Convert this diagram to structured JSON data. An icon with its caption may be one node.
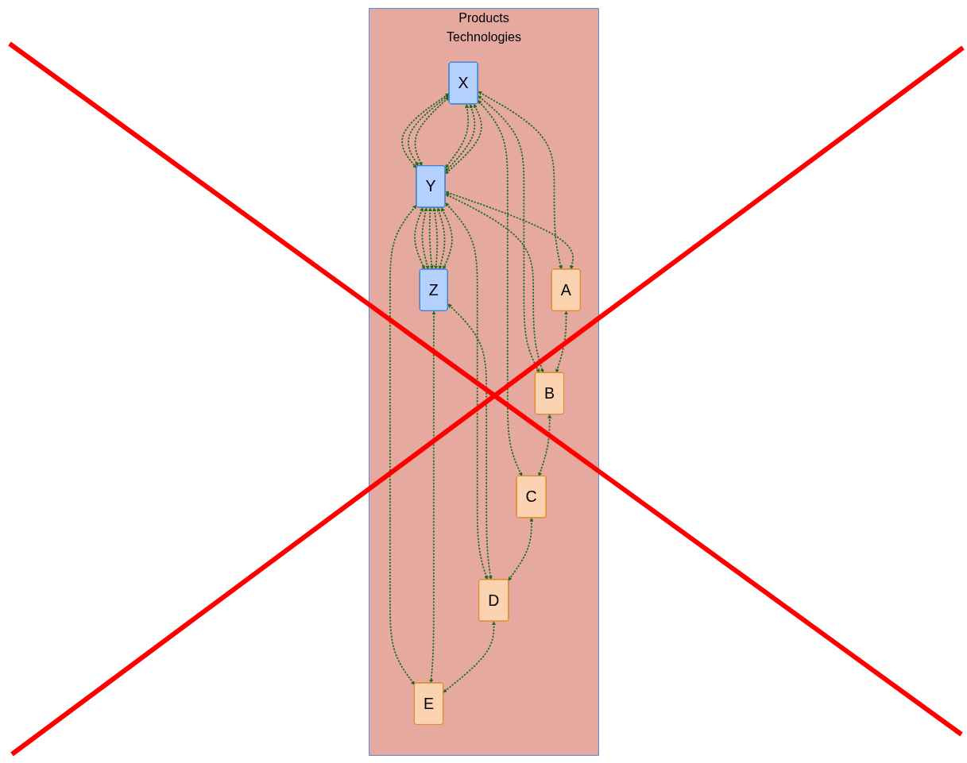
{
  "diagram": {
    "nodes": [
      {
        "text": [
          "Products",
          "Technologies"
        ]
      },
      {
        "text": [
          "X"
        ],
        "in": 0
      },
      {
        "text": [
          "Y"
        ],
        "in": 0
      },
      {
        "text": [
          "Z"
        ],
        "in": 0
      },
      {
        "text": [
          "A"
        ],
        "in": 0
      },
      {
        "text": [
          "B"
        ],
        "in": 0
      },
      {
        "text": [
          "C"
        ],
        "in": 0
      },
      {
        "text": [
          "D"
        ],
        "in": 0
      },
      {
        "text": [
          "E"
        ],
        "in": 0
      }
    ],
    "edges": [
      {
        "from": 1,
        "to": 2,
        "arrow": "both",
        "style": "dashed",
        "color": "#1b6e1b"
      },
      {
        "from": 1,
        "to": 2,
        "arrow": "both",
        "style": "dashed",
        "color": "#1b6e1b"
      },
      {
        "from": 1,
        "to": 2,
        "arrow": "both",
        "style": "dashed",
        "color": "#1b6e1b"
      },
      {
        "from": 1,
        "to": 2,
        "arrow": "both",
        "style": "dashed",
        "color": "#1b6e1b"
      },
      {
        "from": 1,
        "to": 2,
        "arrow": "both",
        "style": "dashed",
        "color": "#1b6e1b"
      },
      {
        "from": 1,
        "to": 2,
        "arrow": "both",
        "style": "dashed",
        "color": "#1b6e1b"
      },
      {
        "from": 2,
        "to": 3,
        "arrow": "both",
        "style": "dashed",
        "color": "#1b6e1b"
      },
      {
        "from": 2,
        "to": 3,
        "arrow": "both",
        "style": "dashed",
        "color": "#1b6e1b"
      },
      {
        "from": 2,
        "to": 3,
        "arrow": "both",
        "style": "dashed",
        "color": "#1b6e1b"
      },
      {
        "from": 2,
        "to": 3,
        "arrow": "both",
        "style": "dashed",
        "color": "#1b6e1b"
      },
      {
        "from": 2,
        "to": 3,
        "arrow": "both",
        "style": "dashed",
        "color": "#1b6e1b"
      },
      {
        "from": 2,
        "to": 3,
        "arrow": "both",
        "style": "dashed",
        "color": "#1b6e1b"
      },
      {
        "from": 1,
        "to": 4,
        "arrow": "both",
        "style": "dashed",
        "color": "#1b6e1b"
      },
      {
        "from": 1,
        "to": 5,
        "arrow": "both",
        "style": "dashed",
        "color": "#1b6e1b"
      },
      {
        "from": 1,
        "to": 6,
        "arrow": "both",
        "style": "dashed",
        "color": "#1b6e1b"
      },
      {
        "from": 2,
        "to": 4,
        "arrow": "both",
        "style": "dashed",
        "color": "#1b6e1b"
      },
      {
        "from": 2,
        "to": 5,
        "arrow": "both",
        "style": "dashed",
        "color": "#1b6e1b"
      },
      {
        "from": 2,
        "to": 7,
        "arrow": "both",
        "style": "dashed",
        "color": "#1b6e1b"
      },
      {
        "from": 2,
        "to": 8,
        "arrow": "both",
        "style": "dashed",
        "color": "#1b6e1b"
      },
      {
        "from": 3,
        "to": 7,
        "arrow": "both",
        "style": "dashed",
        "color": "#1b6e1b"
      },
      {
        "from": 3,
        "to": 8,
        "arrow": "both",
        "style": "dashed",
        "color": "#1b6e1b"
      },
      {
        "from": 4,
        "to": 5,
        "arrow": "both",
        "style": "dashed",
        "color": "#1b6e1b"
      },
      {
        "from": 5,
        "to": 6,
        "arrow": "both",
        "style": "dashed",
        "color": "#1b6e1b"
      },
      {
        "from": 6,
        "to": 7,
        "arrow": "both",
        "style": "dashed",
        "color": "#1b6e1b"
      },
      {
        "from": 7,
        "to": 8,
        "arrow": "both",
        "style": "dashed",
        "color": "#1b6e1b"
      }
    ]
  }
}
